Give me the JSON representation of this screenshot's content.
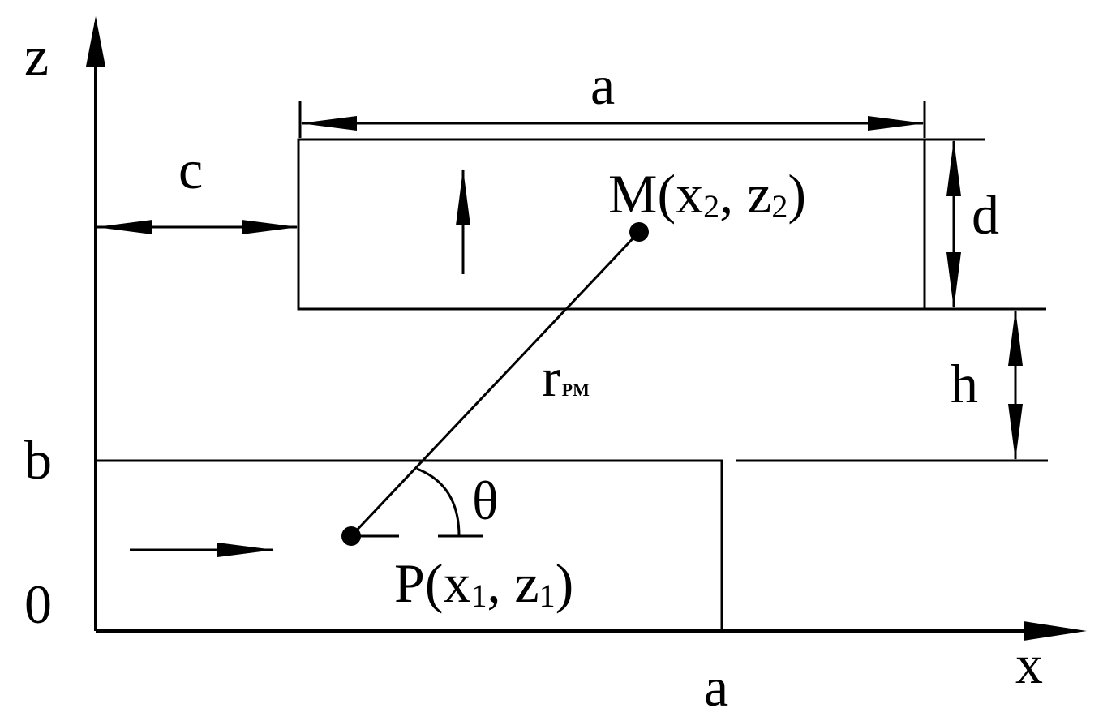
{
  "colors": {
    "ink": "#000000",
    "background": "#ffffff"
  },
  "axes": {
    "z_label": "z",
    "x_label": "x",
    "origin_label": "0",
    "b_label": "b",
    "a_bottom_label": "a"
  },
  "dimensions": {
    "a_top": "a",
    "c": "c",
    "d": "d",
    "h": "h"
  },
  "points": {
    "M": {
      "name": "M",
      "open": "(",
      "x": "x",
      "x_sub": "2",
      "sep": ", ",
      "z": "z",
      "z_sub": "2",
      "close": ")"
    },
    "P": {
      "name": "P",
      "open": "(",
      "x": "x",
      "x_sub": "1",
      "sep": ", ",
      "z": "z",
      "z_sub": "1",
      "close": ")"
    }
  },
  "distance": {
    "label": "r",
    "subscript": "PM"
  },
  "angle": {
    "label": "θ"
  },
  "arrows": {
    "upper_magnetization": "arrow-up-icon",
    "lower_magnetization": "arrow-right-icon"
  }
}
